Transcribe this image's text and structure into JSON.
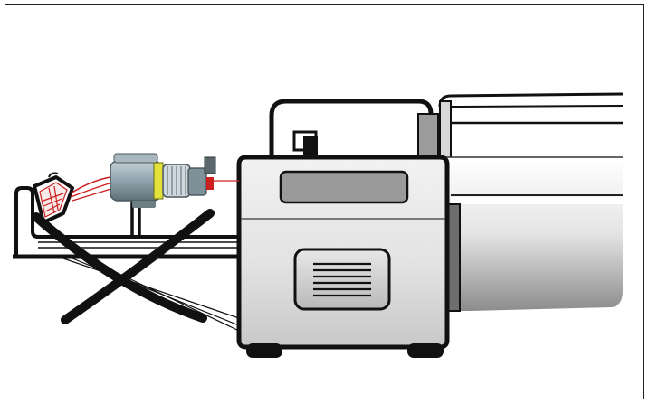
{
  "figure": {
    "kind": "technical illustration",
    "subject": "incorrect-installation",
    "components": [
      {
        "name": "vacuum-pump",
        "icon": "pump-icon"
      },
      {
        "name": "electric-motor",
        "icon": "motor-icon"
      },
      {
        "name": "handheld-gauge",
        "icon": "gauge-icon"
      },
      {
        "name": "mounting-rail",
        "icon": "rail-icon"
      },
      {
        "name": "prohibition-cross",
        "icon": "x-mark-icon"
      },
      {
        "name": "pipe-run",
        "icon": "pipe-icon"
      }
    ],
    "colors": {
      "outline": "#111111",
      "housing_light": "#eeeeee",
      "housing_mid": "#cccccc",
      "window": "#9a9a9a",
      "motor_body": "#8fa3ad",
      "motor_band": "#e2e23a",
      "wire": "#cc1f1f",
      "pipe_light": "#f4f4f4",
      "pipe_dark": "#8a8a8a"
    }
  }
}
